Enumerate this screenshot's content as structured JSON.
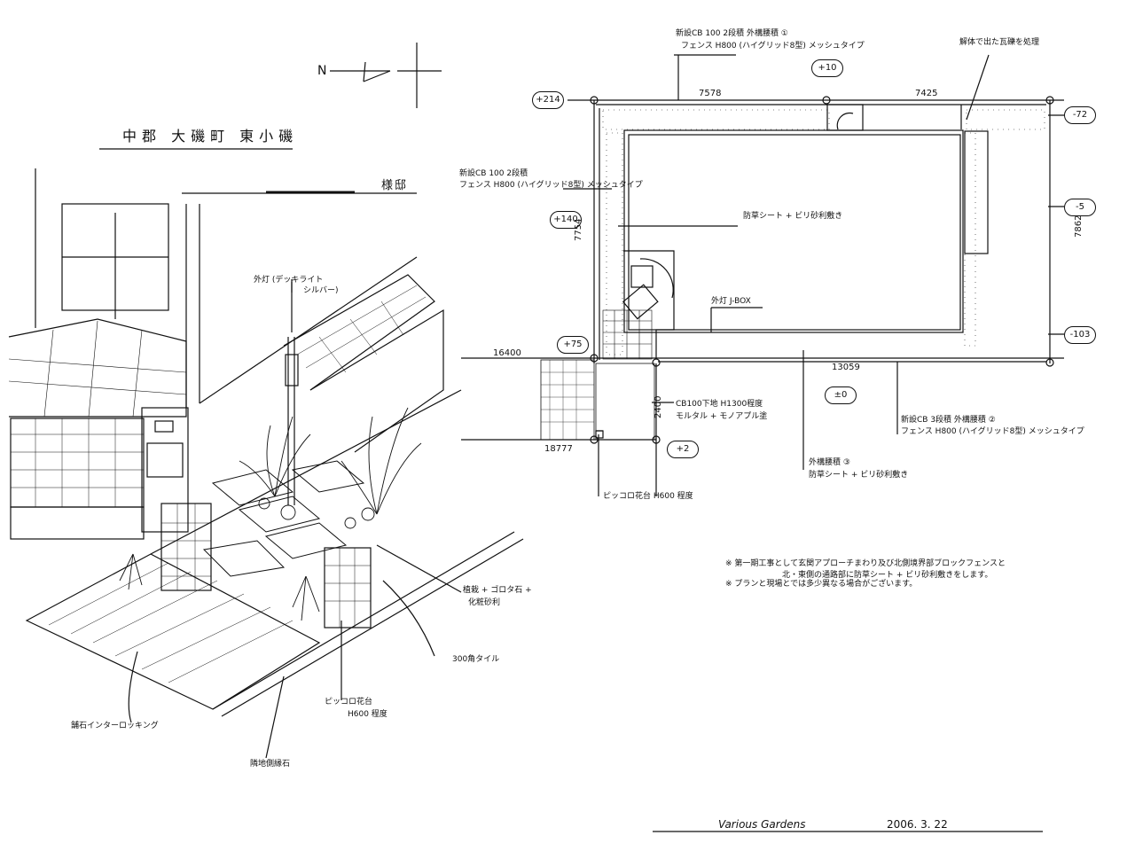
{
  "title": {
    "address": "中郡 大磯町 東小磯",
    "client": "様邸",
    "company": "Various Gardens",
    "date": "2006. 3. 22"
  },
  "plan_labels": {
    "fence_top": "新設CB 100 2段積 外構腰積 ①",
    "fence_top_2": "フェンス H800 (ハイグリッド8型) メッシュタイプ",
    "dismantle": "解体で出た瓦礫を処理",
    "fence_left": "新設CB 100 2段積",
    "fence_left_2": "フェンス H800 (ハイグリッド8型) メッシュタイプ",
    "weed_sheet": "防草シート + ビリ砂利敷き",
    "light_jbox": "外灯 J-BOX",
    "cb_wall": "CB100下地 H1300程度",
    "cb_wall_2": "モルタル + モノアプル塗",
    "fence_bottom": "新設CB 3段積 外構腰積 ②",
    "fence_bottom_2": "フェンス H800 (ハイグリッド8型) メッシュタイプ",
    "retain": "外構腰積 ③",
    "retain_2": "防草シート + ビリ砂利敷き",
    "piccolo_plan": "ピッコロ花台 H600 程度",
    "note1": "※ 第一期工事として玄関アプローチまわり及び北側境界部ブロックフェンスと",
    "note2": "北・東側の通路部に防草シート + ビリ砂利敷きをします。",
    "note3": "※ プランと現場とでは多少異なる場合がございます。"
  },
  "dimensions": {
    "d7578": "7578",
    "d7425": "7425",
    "d7754": "7754",
    "d7862": "7862",
    "d16400": "16400",
    "d13059": "13059",
    "d18777": "18777",
    "d2400": "2400"
  },
  "levels": {
    "l214": "+214",
    "l10": "+10",
    "l140": "+140",
    "l75": "+75",
    "l0": "±0",
    "l2": "+2",
    "lm72": "-72",
    "lm5": "-5",
    "lm103": "-103"
  },
  "sketch_labels": {
    "light": "外灯 (デッキライト",
    "light_2": "シルバー)",
    "planting": "植栽 + ゴロタ石 +",
    "planting_2": "化粧砂利",
    "tile": "300角タイル",
    "piccolo": "ピッコロ花台",
    "piccolo_2": "H600 程度",
    "edge": "隣地側縁石",
    "paving": "舗石インターロッキング"
  },
  "north_mark": "N"
}
